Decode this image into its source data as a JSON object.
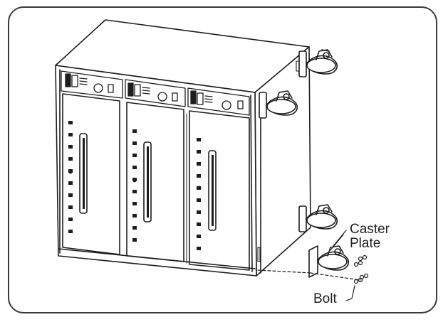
{
  "labels": {
    "caster": "Caster",
    "plate": "Plate",
    "bolt": "Bolt"
  },
  "colors": {
    "line": "#1e1e1e",
    "panel": "#ffffff",
    "frame": "#3a3a3a"
  }
}
